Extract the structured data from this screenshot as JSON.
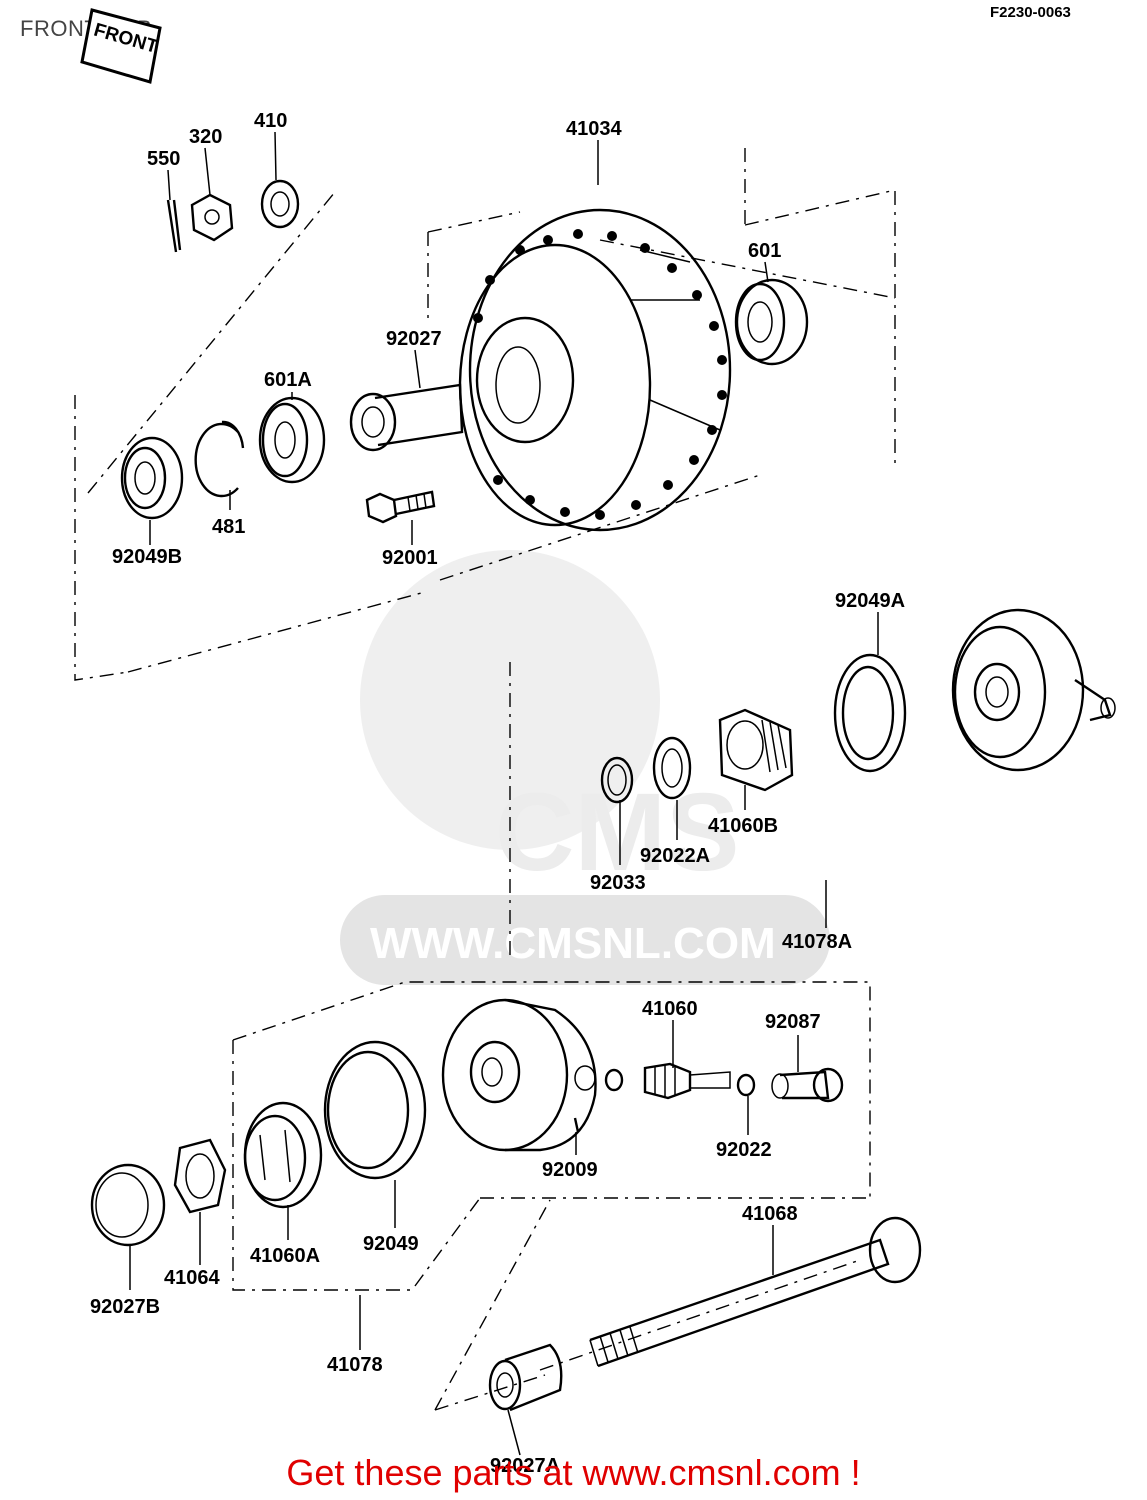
{
  "header": {
    "title": "FRONT HUB",
    "figure_code": "F2230-0063",
    "front_tag": "FRONT"
  },
  "watermark": {
    "text": "WWW.CMSNL.COM",
    "logo": "CMS"
  },
  "footer": {
    "text": "Get these parts at www.cmsnl.com !"
  },
  "part_labels": {
    "p550": "550",
    "p320": "320",
    "p410": "410",
    "p41034": "41034",
    "p601": "601",
    "p92027": "92027",
    "p601A": "601A",
    "p481": "481",
    "p92049B": "92049B",
    "p92001": "92001",
    "p92049A": "92049A",
    "p41060B": "41060B",
    "p92022A": "92022A",
    "p92033": "92033",
    "p41078A": "41078A",
    "p41060": "41060",
    "p92087": "92087",
    "p92022": "92022",
    "p92009": "92009",
    "p41068": "41068",
    "p92049": "92049",
    "p41060A": "41060A",
    "p41064": "41064",
    "p92027B": "92027B",
    "p41078": "41078",
    "p92027A": "92027A"
  }
}
